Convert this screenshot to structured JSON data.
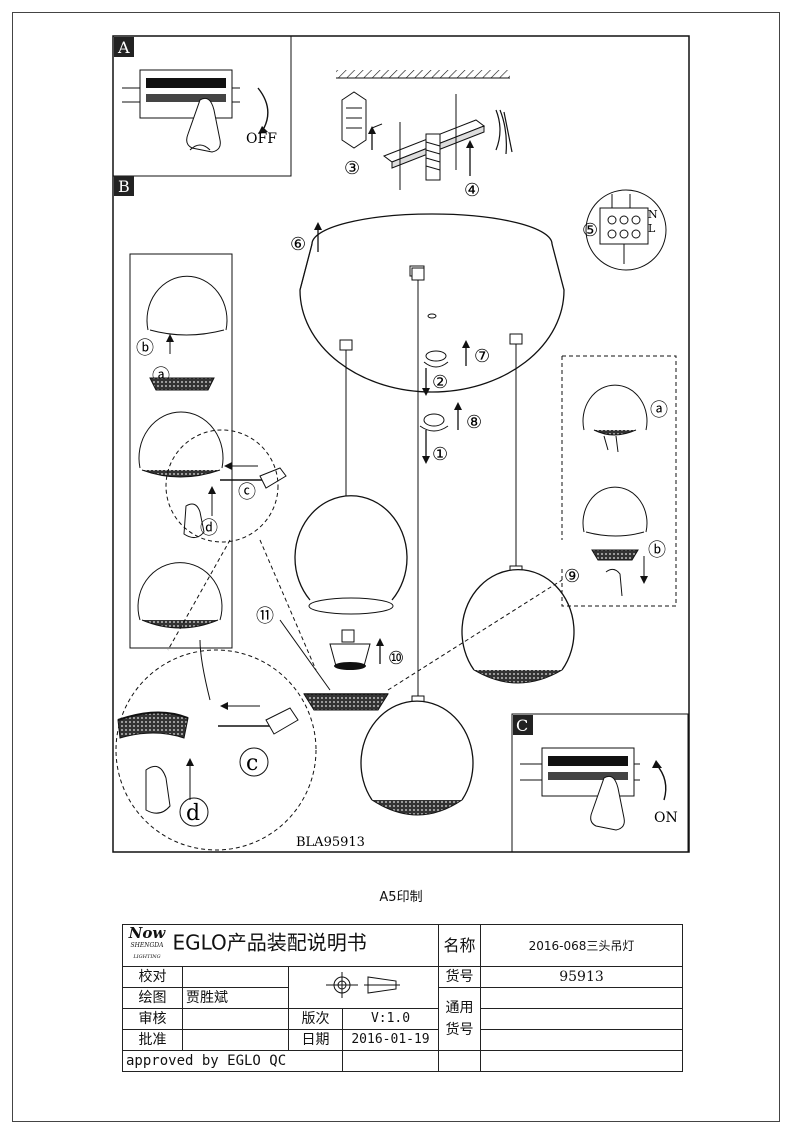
{
  "diagram": {
    "section_a": "A",
    "section_b": "B",
    "section_c": "C",
    "off_label": "OFF",
    "on_label": "ON",
    "model_code": "BLA95913",
    "steps": {
      "s1": "①",
      "s2": "②",
      "s3": "③",
      "s4": "④",
      "s5": "⑤",
      "s6": "⑥",
      "s7": "⑦",
      "s8": "⑧",
      "s9": "⑨",
      "s10": "⑩",
      "s11": "⑪"
    },
    "sub_a": "ⓐ",
    "sub_b": "ⓑ",
    "sub_c": "ⓒ",
    "sub_d": "ⓓ",
    "sub_c_big": "c",
    "sub_d_big": "d",
    "terminal_n": "N",
    "terminal_l": "L"
  },
  "caption": "A5印制",
  "title_block": {
    "logo_brand": "SHENGDA",
    "logo_sub": "LIGHTING",
    "logo_mark": "Now",
    "title": "EGLO产品装配说明书",
    "name_label": "名称",
    "name_value": "2016-068三头吊灯",
    "check_label": "校对",
    "drawing_label": "绘图",
    "drawing_person": "贾胜斌",
    "review_label": "审核",
    "approve_label": "批准",
    "item_no_label": "货号",
    "item_no_value": "95913",
    "general_item_label_1": "通用",
    "general_item_label_2": "货号",
    "version_label": "版次",
    "version_value": "V:1.0",
    "date_label": "日期",
    "date_value": "2016-01-19",
    "approved_by": "approved by EGLO QC"
  }
}
